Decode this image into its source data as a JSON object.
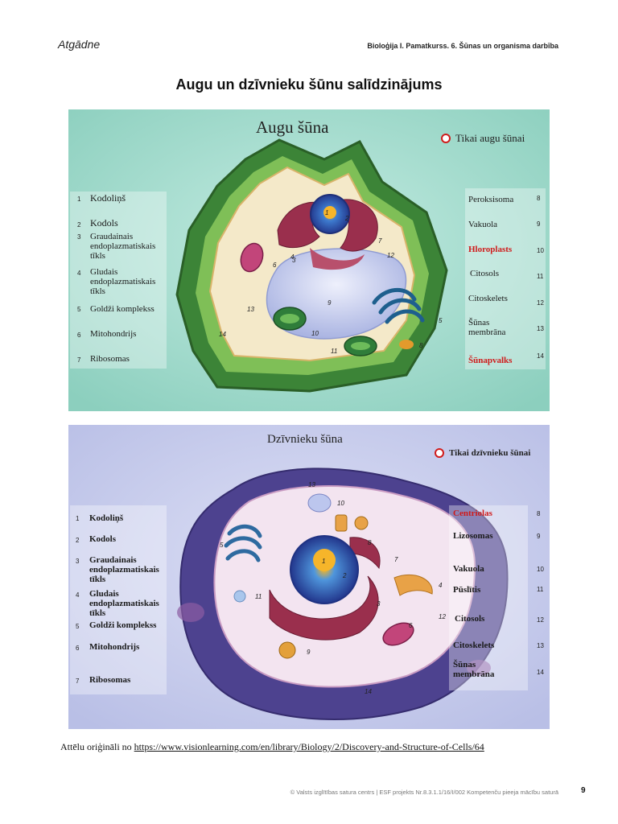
{
  "header": {
    "left": "Atgādne",
    "right": "Bioloģija I. Pamatkurss. 6. Šūnas un organisma darbība"
  },
  "title": "Augu un dzīvnieku šūnu salīdzinājums",
  "colors": {
    "highlight_red": "#d01b1b",
    "plant_bg": "#a8dcd0",
    "plant_wall": "#3f8a3a",
    "animal_bg": "#c3c8ea",
    "animal_membrane": "#4a3f8c"
  },
  "plant": {
    "title": "Augu šūna",
    "legend": "Tikai augu šūnai",
    "left_labels": [
      {
        "n": "1",
        "text": "Kodoliņš"
      },
      {
        "n": "2",
        "text": "Kodols"
      },
      {
        "n": "3",
        "text": "Graudainais endoplazmatiskais tīkls"
      },
      {
        "n": "4",
        "text": "Gludais endoplazmatiskais tīkls"
      },
      {
        "n": "5",
        "text": "Goldži komplekss"
      },
      {
        "n": "6",
        "text": "Mitohondrijs"
      },
      {
        "n": "7",
        "text": "Ribosomas"
      }
    ],
    "right_labels": [
      {
        "n": "8",
        "text": "Peroksisoma"
      },
      {
        "n": "9",
        "text": "Vakuola"
      },
      {
        "n": "10",
        "text": "Hloroplasts"
      },
      {
        "n": "11",
        "text": "Citosols"
      },
      {
        "n": "12",
        "text": "Citoskelets"
      },
      {
        "n": "13",
        "text": "Šūnas membrāna"
      },
      {
        "n": "14",
        "text": "Šūnapvalks"
      }
    ]
  },
  "animal": {
    "title": "Dzīvnieku šūna",
    "legend": "Tikai dzīvnieku šūnai",
    "left_labels": [
      {
        "n": "1",
        "text": "Kodoliņš"
      },
      {
        "n": "2",
        "text": "Kodols"
      },
      {
        "n": "3",
        "text": "Graudainais endoplazmatiskais tīkls"
      },
      {
        "n": "4",
        "text": "Gludais endoplazmatiskais tīkls"
      },
      {
        "n": "5",
        "text": "Goldži komplekss"
      },
      {
        "n": "6",
        "text": "Mitohondrijs"
      },
      {
        "n": "7",
        "text": "Ribosomas"
      }
    ],
    "right_labels": [
      {
        "n": "8",
        "text": "Centriolas"
      },
      {
        "n": "9",
        "text": "Lizosomas"
      },
      {
        "n": "10",
        "text": "Vakuola"
      },
      {
        "n": "11",
        "text": "Pūslītis"
      },
      {
        "n": "12",
        "text": "Citosols"
      },
      {
        "n": "13",
        "text": "Citoskelets"
      },
      {
        "n": "14",
        "text": "Šūnas membrāna"
      }
    ]
  },
  "credit": {
    "prefix": "Attēlu oriģināli no ",
    "link": "https://www.visionlearning.com/en/library/Biology/2/Discovery-and-Structure-of-Cells/64"
  },
  "footer": "© Valsts izglītības satura centrs | ESF projekts Nr.8.3.1.1/16/I/002 Kompetenču pieeja mācību saturā",
  "page_number": "9"
}
